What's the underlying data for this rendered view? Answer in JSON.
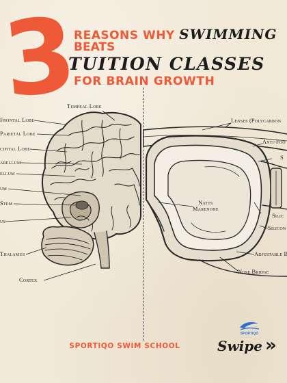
{
  "headline": {
    "number": "3",
    "part1": "REASONS WHY",
    "script_word": "SWIMMING",
    "part2": "BEATS",
    "script_line": "TUITION CLASSES",
    "part3": "FOR BRAIN GROWTH"
  },
  "brain_labels": {
    "tempeal": "Tempeal Lobe",
    "frontal": "Frontal Lobe",
    "parietal": "Parietal Lobe",
    "occipital": "cipital Lobe",
    "cerebellum": "abellum",
    "ellum": "ellum",
    "um": "um",
    "stem": "Stem",
    "us": "us",
    "thalamus": "Thalamus",
    "cortex": "Cortex"
  },
  "goggle_labels": {
    "lenses": "Lenses (Polycarbon",
    "antifog": "Anti-Foo",
    "s": "S",
    "sili": "Silic",
    "silicon": "Silicon",
    "natts1": "Natts",
    "natts2": "Marenone",
    "strap": "Adjustable B",
    "nose": "Nose Bridge"
  },
  "footer": {
    "logo_text": "SPORTIQO",
    "school": "SPORTIQO SWIM SCHOOL",
    "swipe": "Swipe",
    "arrows": "»"
  },
  "colors": {
    "accent": "#ee5a38",
    "ink": "#1c1c1c",
    "paper": "#f1e8d6",
    "logo_blue": "#2f6fd1"
  }
}
